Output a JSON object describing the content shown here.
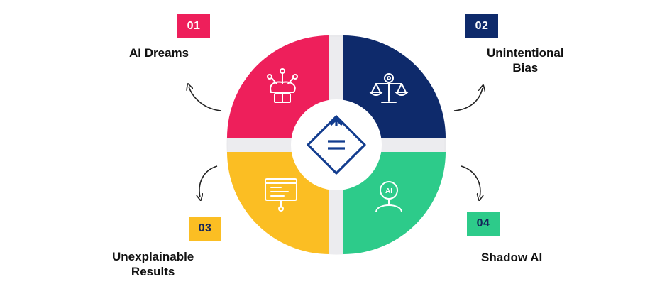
{
  "colors": {
    "q1": "#EE1F5B",
    "q2": "#0E2A6B",
    "q3": "#FBBE23",
    "q4": "#2DCB8A",
    "hub_icon": "#123C8E",
    "badge_1": "#EE1F5B",
    "badge_2": "#0E2A6B",
    "badge_3": "#FBBE23",
    "badge_4": "#2DCB8A"
  },
  "items": [
    {
      "number": "01",
      "label": "AI Dreams",
      "icon": "brain-network-icon"
    },
    {
      "number": "02",
      "label": "Unintentional\nBias",
      "icon": "balance-scale-gear-icon"
    },
    {
      "number": "03",
      "label": "Unexplainable\nResults",
      "icon": "presentation-board-icon"
    },
    {
      "number": "04",
      "label": "Shadow AI",
      "icon": "ai-person-icon"
    }
  ],
  "center": {
    "icon": "directional-arrows-icon"
  }
}
